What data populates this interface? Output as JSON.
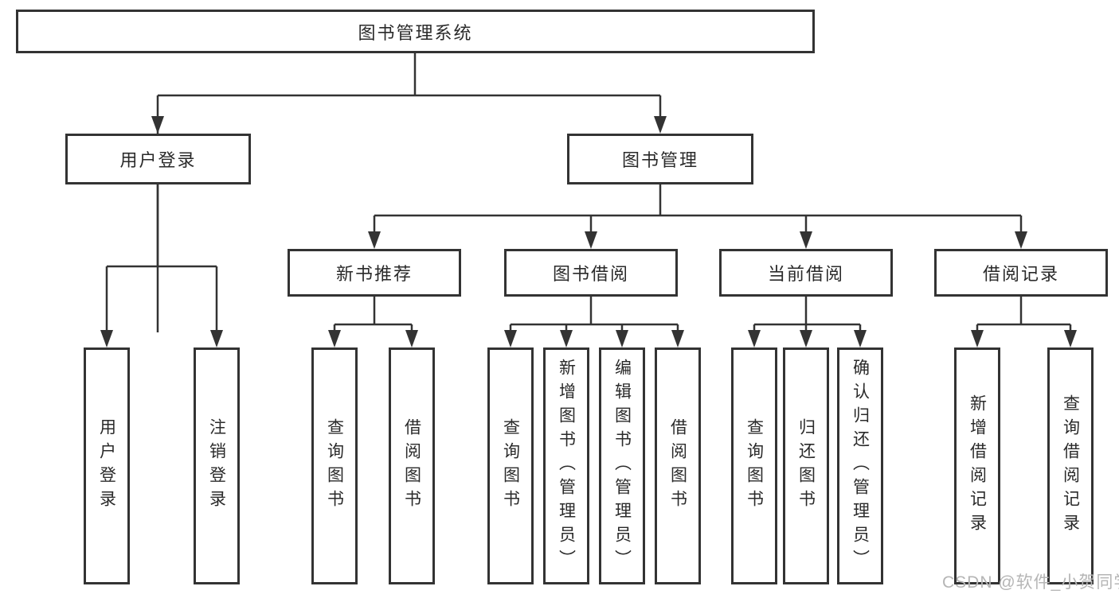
{
  "tree": {
    "label": "图书管理系统",
    "children": [
      {
        "label": "用户登录",
        "children": [
          {
            "label": "用户登录"
          },
          {
            "label": "注销登录"
          }
        ]
      },
      {
        "label": "图书管理",
        "children": [
          {
            "label": "新书推荐",
            "children": [
              {
                "label": "查询图书"
              },
              {
                "label": "借阅图书"
              }
            ]
          },
          {
            "label": "图书借阅",
            "children": [
              {
                "label": "查询图书"
              },
              {
                "label": "新增图书（管理员）"
              },
              {
                "label": "编辑图书（管理员）"
              },
              {
                "label": "借阅图书"
              }
            ]
          },
          {
            "label": "当前借阅",
            "children": [
              {
                "label": "查询图书"
              },
              {
                "label": "归还图书"
              },
              {
                "label": "确认归还（管理员）"
              }
            ]
          },
          {
            "label": "借阅记录",
            "children": [
              {
                "label": "新增借阅记录"
              },
              {
                "label": "查询借阅记录"
              }
            ]
          }
        ]
      }
    ]
  },
  "watermark": {
    "text": "CSDN @软件_小贺同学"
  },
  "colors": {
    "line": "#333333",
    "text": "#2a2a2a",
    "background": "#ffffff",
    "watermark": "#b5b5b5"
  }
}
